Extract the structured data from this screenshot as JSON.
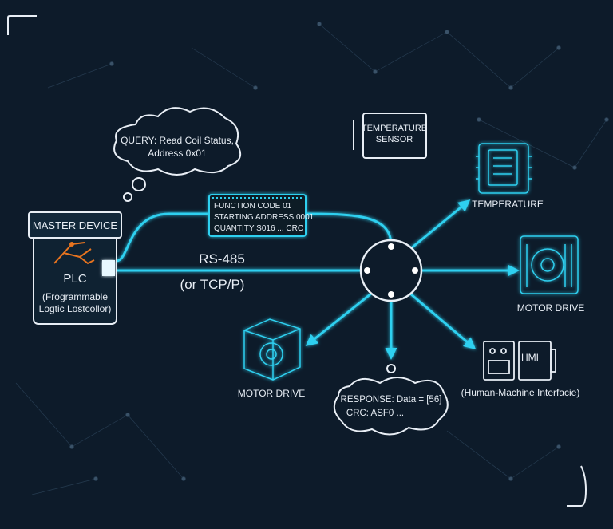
{
  "colors": {
    "background": "#0d1b2a",
    "accent": "#2fd0f0",
    "text": "#e8eef5",
    "plc_logo": "#e8741f"
  },
  "master": {
    "header": "MASTER DEVICE",
    "label": "PLC",
    "desc_line1": "(Frogrammable",
    "desc_line2": "Logtic Lostcollor)"
  },
  "query": {
    "line1": "QUERY: Read Coil Status,",
    "line2": "Address 0x01"
  },
  "frame": {
    "line1": "FUNCTION CODE  01",
    "line2": "STARTING ADDRESS  0001",
    "line3": "QUANTITY  S016 ... CRC"
  },
  "bus": {
    "line1": "RS-485",
    "line2": "(or TCP/P)"
  },
  "temp_sensor": {
    "line1": "TEMPERATURE",
    "line2": "SENSOR"
  },
  "devices": {
    "temperature": "TEMPERATURE",
    "motor_drive_right": "MOTOR DRIVE",
    "motor_drive_left": "MOTOR DRIVE",
    "hmi_label": "HMI",
    "hmi_desc": "(Human-Machine Interfacie)"
  },
  "response": {
    "line1": "RESPONSE: Data = [56]",
    "line2": "CRC: ASF0 ..."
  }
}
